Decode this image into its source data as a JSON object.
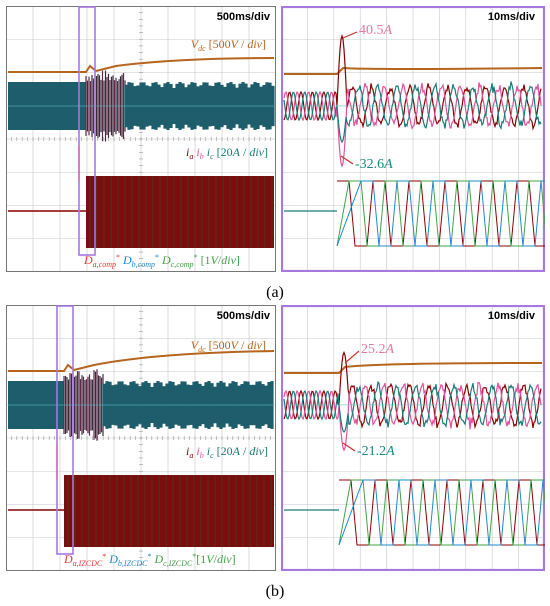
{
  "figure": {
    "captions": [
      "(a)",
      "(b)"
    ]
  },
  "colors": {
    "vdc": "#b5651d",
    "ia": "#8b0000",
    "ib": "#e0529c",
    "ic": "#1a7a7a",
    "da": "#e53935",
    "db": "#1e88c8",
    "dc": "#43a047",
    "highlight": "#a678e0",
    "annot_peak_a": "#e8799e",
    "annot_trough": "#1a8a80",
    "grid": "#c8c8c8"
  },
  "chart_data": [
    {
      "type": "line",
      "panel": "a-left",
      "timebase": "500ms/div",
      "label_vdc": {
        "sym": "V",
        "sub": "dc",
        "scale": " [500",
        "unit": "V",
        "tail": " / ",
        "div": "div",
        "end": "]"
      },
      "label_i": {
        "a": "i",
        "a_sub": "a",
        "b": "i",
        "b_sub": "b",
        "c": "i",
        "c_sub": "c",
        "scale": " [20",
        "unit": "A",
        "sep": " / ",
        "div": "div",
        "end": "]"
      },
      "label_d": {
        "a": "D",
        "a_sub": "a,comp",
        "b": "D",
        "b_sub": "b,comp",
        "c": "D",
        "c_sub": "c,comp",
        "star": "*",
        "scale": " [1",
        "unit": "V",
        "sep": "/",
        "div": "div",
        "end": "]"
      }
    },
    {
      "type": "line",
      "panel": "a-right",
      "timebase": "10ms/div",
      "annotations": [
        {
          "text": "40.5",
          "unit": "A",
          "kind": "peak"
        },
        {
          "text": "-32.6",
          "unit": "A",
          "kind": "trough"
        }
      ]
    },
    {
      "type": "line",
      "panel": "b-left",
      "timebase": "500ms/div",
      "label_vdc": {
        "sym": "V",
        "sub": "dc",
        "scale": " [500",
        "unit": "V",
        "tail": " / ",
        "div": "div",
        "end": "]"
      },
      "label_i": {
        "a": "i",
        "a_sub": "a",
        "b": "i",
        "b_sub": "b",
        "c": "i",
        "c_sub": "c",
        "scale": " [20",
        "unit": "A",
        "sep": " / ",
        "div": "div",
        "end": "]"
      },
      "label_d": {
        "a": "D",
        "a_sub": "a,IZCDC",
        "b": "D",
        "b_sub": "b,IZCDC",
        "c": "D",
        "c_sub": "c,IZCDC",
        "star": "*",
        "scale": "[1",
        "unit": "V",
        "sep": "/",
        "div": "div",
        "end": "]"
      }
    },
    {
      "type": "line",
      "panel": "b-right",
      "timebase": "10ms/div",
      "annotations": [
        {
          "text": "25.2",
          "unit": "A",
          "kind": "peak"
        },
        {
          "text": "-21.2",
          "unit": "A",
          "kind": "trough"
        }
      ]
    }
  ]
}
